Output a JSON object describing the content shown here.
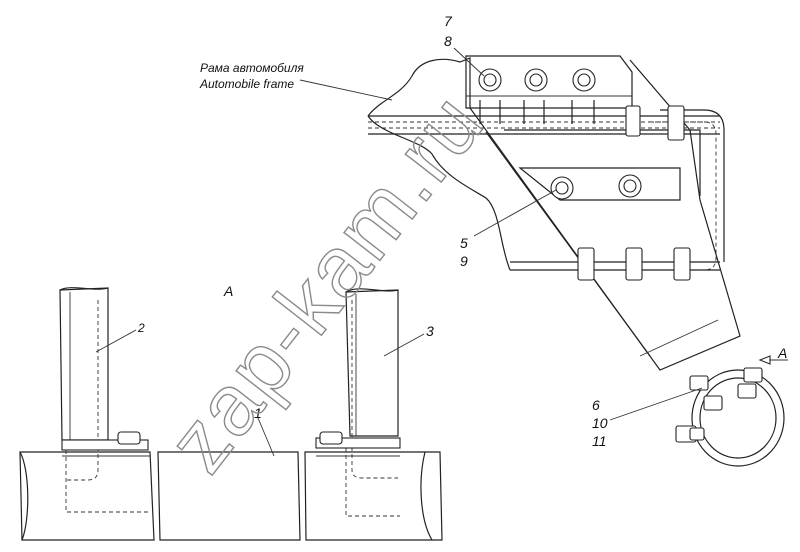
{
  "labels": {
    "frame_ru": "Рама автомобиля",
    "frame_en": "Automobile frame",
    "n1": "1",
    "n2": "2",
    "n3": "3",
    "n7": "7",
    "n8": "8",
    "n5": "5",
    "n9": "9",
    "n6": "6",
    "n10": "10",
    "n11": "11",
    "view_a": "A",
    "view_a_arrow": "A"
  },
  "watermark": "zap-kam.ru"
}
